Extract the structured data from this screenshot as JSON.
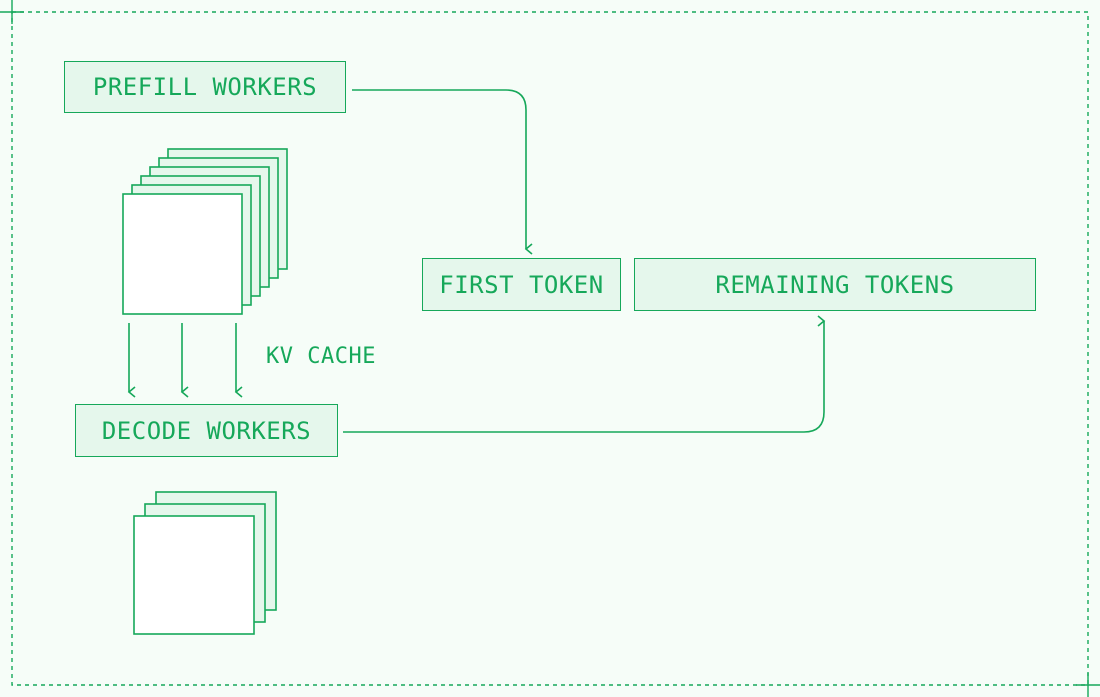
{
  "colors": {
    "accent": "#16a85a",
    "box_fill": "#e5f7ec",
    "background": "#f6fdf8",
    "card_fill": "#ffffff"
  },
  "labels": {
    "prefill_workers": "PREFILL WORKERS",
    "first_token": "FIRST TOKEN",
    "remaining_tokens": "REMAINING TOKENS",
    "kv_cache": "KV CACHE",
    "decode_workers": "DECODE WORKERS"
  },
  "stacks": {
    "prefill_worker_count": 6,
    "decode_worker_count": 3
  }
}
